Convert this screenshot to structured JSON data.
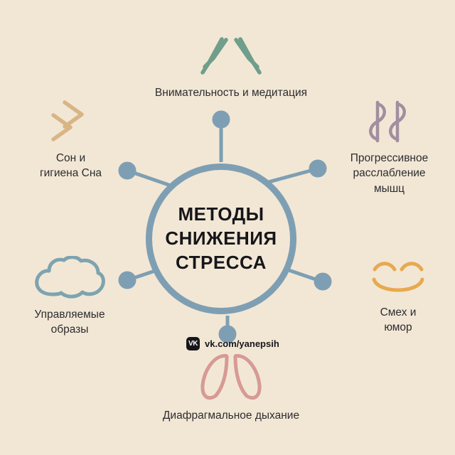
{
  "page": {
    "background_color": "#f2e7d5",
    "text_color": "#2c2c30"
  },
  "hub": {
    "ring_color": "#7e9fb3",
    "title_lines": [
      "МЕТОДЫ",
      "СНИЖЕНИЯ",
      "СТРЕССА"
    ]
  },
  "spokes": {
    "line_color": "#7e9fb3",
    "dot_color": "#7e9fb3",
    "count": 6
  },
  "nodes": [
    {
      "id": "mindfulness",
      "label": "Внимательность и медитация",
      "icon": "meditation-arms-icon",
      "icon_color": "#6f9e8a"
    },
    {
      "id": "muscle",
      "label": "Прогрессивное\nрасслабление\nмышц",
      "icon": "muscle-relaxation-icon",
      "icon_color": "#a18fa0"
    },
    {
      "id": "humor",
      "label": "Смех и\nюмор",
      "icon": "smiling-face-icon",
      "icon_color": "#e8a94f"
    },
    {
      "id": "breathing",
      "label": "Диафрагмальное дыхание",
      "icon": "lungs-icon",
      "icon_color": "#d79a94"
    },
    {
      "id": "imagery",
      "label": "Управляемые\nобразы",
      "icon": "cloud-icon",
      "icon_color": "#7ea3b0"
    },
    {
      "id": "sleep",
      "label": "Сон и\nгигиена Сна",
      "icon": "sleep-zigzag-icon",
      "icon_color": "#d9b585"
    }
  ],
  "watermark": {
    "mark_text": "VK",
    "url": "vk.com/yanepsih"
  }
}
